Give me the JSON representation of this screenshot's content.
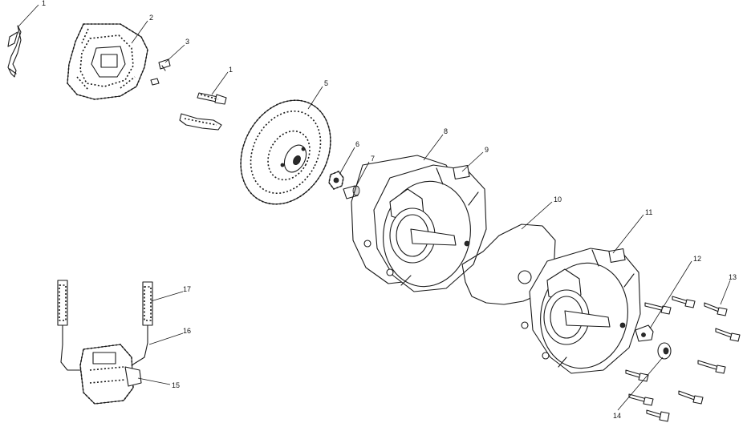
{
  "callouts": [
    {
      "id": "c1a",
      "label": "1"
    },
    {
      "id": "c2",
      "label": "2"
    },
    {
      "id": "c3",
      "label": "3"
    },
    {
      "id": "c1b",
      "label": "1"
    },
    {
      "id": "c5",
      "label": "5"
    },
    {
      "id": "c6",
      "label": "6"
    },
    {
      "id": "c7",
      "label": "7"
    },
    {
      "id": "c8",
      "label": "8"
    },
    {
      "id": "c9",
      "label": "9"
    },
    {
      "id": "c10",
      "label": "10"
    },
    {
      "id": "c11",
      "label": "11"
    },
    {
      "id": "c12",
      "label": "12"
    },
    {
      "id": "c13",
      "label": "13"
    },
    {
      "id": "c14",
      "label": "14"
    },
    {
      "id": "c15",
      "label": "15"
    },
    {
      "id": "c16",
      "label": "16"
    },
    {
      "id": "c17",
      "label": "17"
    }
  ],
  "colors": {
    "line": "#1a1a1a",
    "background": "#ffffff",
    "shade": "#d9d9d9"
  }
}
